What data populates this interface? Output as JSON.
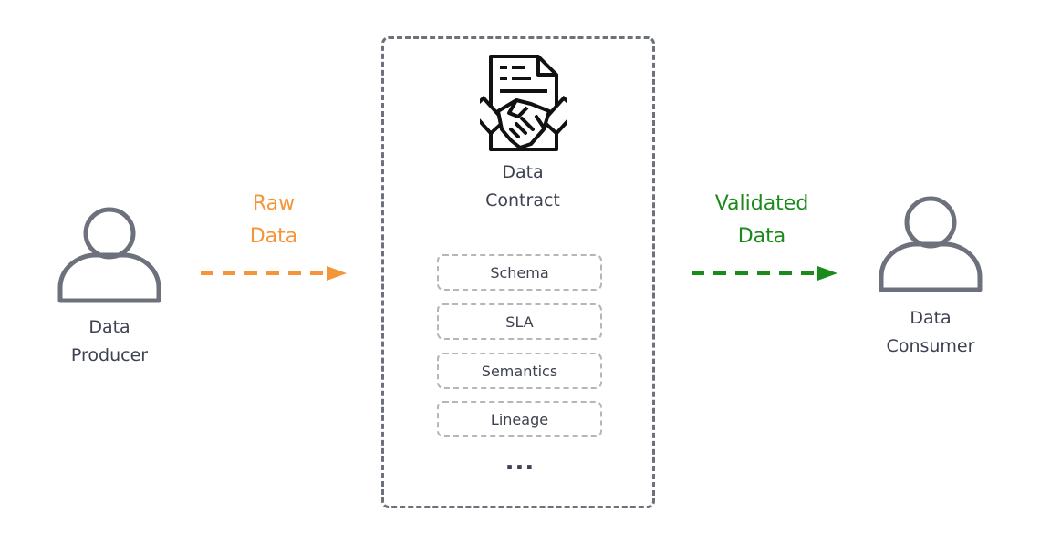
{
  "producer": {
    "icon": "person-icon",
    "label_line1": "Data",
    "label_line2": "Producer"
  },
  "raw_flow": {
    "label_line1": "Raw",
    "label_line2": "Data",
    "color": "#f5953a"
  },
  "contract": {
    "icon": "contract-handshake-icon",
    "title_line1": "Data",
    "title_line2": "Contract",
    "sections": [
      "Schema",
      "SLA",
      "Semantics",
      "Lineage"
    ],
    "ellipsis": "..."
  },
  "validated_flow": {
    "label_line1": "Validated",
    "label_line2": "Data",
    "color": "#1a8a1a"
  },
  "consumer": {
    "icon": "person-icon",
    "label_line1": "Data",
    "label_line2": "Consumer"
  },
  "colors": {
    "outline": "#6d717c",
    "text": "#3d4150",
    "section_border": "#b4b6bc"
  }
}
